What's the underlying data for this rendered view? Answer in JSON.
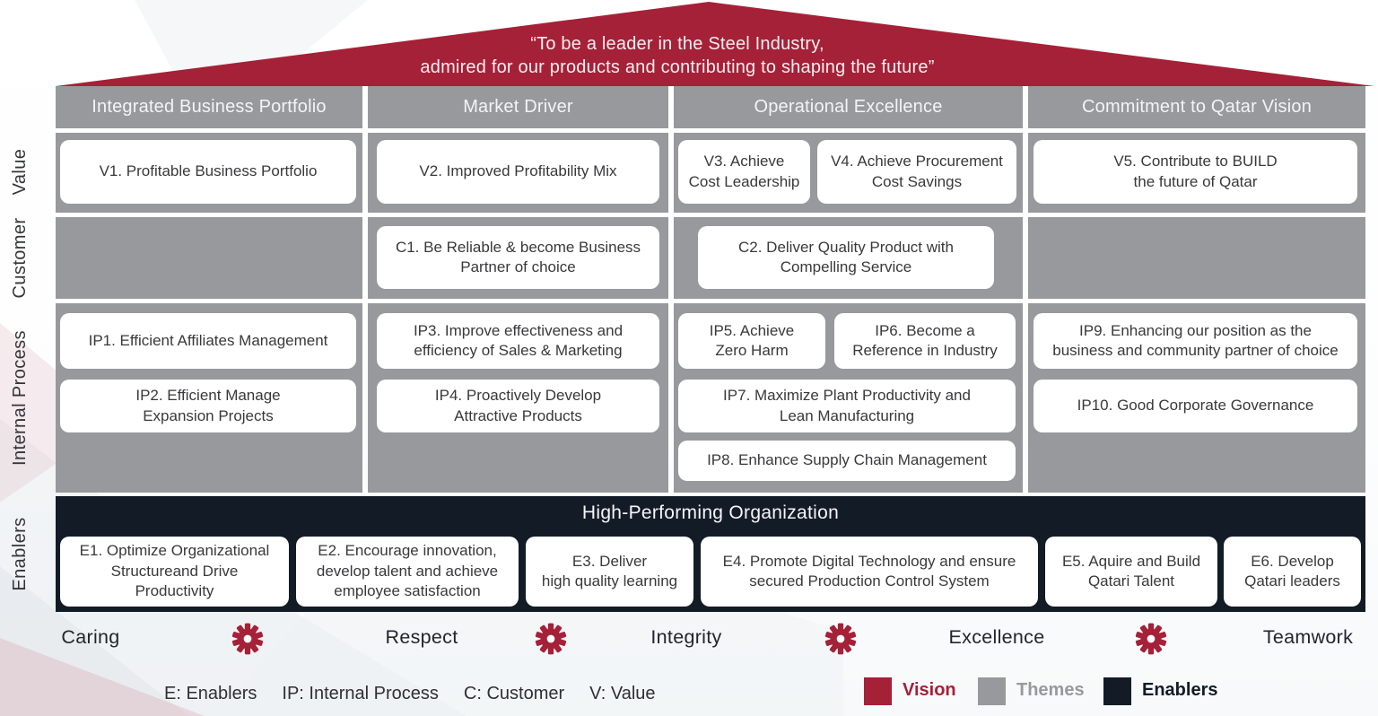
{
  "vision": {
    "line1": "“To be a leader in the Steel Industry,",
    "line2": "admired for our products and contributing to shaping the future”"
  },
  "themes": [
    "Integrated Business Portfolio",
    "Market Driver",
    "Operational Excellence",
    "Commitment to Qatar Vision"
  ],
  "row_labels": {
    "value": "Value",
    "customer": "Customer",
    "internal_process": "Internal Process",
    "enablers": "Enablers"
  },
  "boxes": {
    "v1": "V1. Profitable Business Portfolio",
    "v2": "V2. Improved Profitability Mix",
    "v3": "V3. Achieve\nCost Leadership",
    "v4": "V4. Achieve Procurement\nCost Savings",
    "v5": "V5. Contribute to BUILD\nthe future of Qatar",
    "c1": "C1. Be Reliable & become Business\nPartner of choice",
    "c2": "C2. Deliver Quality Product with\nCompelling Service",
    "ip1": "IP1. Efficient Affiliates Management",
    "ip2": "IP2. Efficient Manage\nExpansion Projects",
    "ip3": "IP3. Improve effectiveness and\nefficiency of Sales & Marketing",
    "ip4": "IP4. Proactively Develop\nAttractive Products",
    "ip5": "IP5. Achieve\nZero Harm",
    "ip6": "IP6. Become a\nReference in Industry",
    "ip7": "IP7. Maximize Plant Productivity and\nLean Manufacturing",
    "ip8": "IP8. Enhance Supply Chain Management",
    "ip9": "IP9. Enhancing our position as the\nbusiness and community partner of choice",
    "ip10": "IP10. Good Corporate Governance"
  },
  "enablers_band": {
    "title": "High-Performing Organization",
    "e1": "E1. Optimize Organizational\nStructureand Drive\nProductivity",
    "e2": "E2. Encourage innovation,\ndevelop talent and achieve\nemployee satisfaction",
    "e3": "E3. Deliver\nhigh quality learning",
    "e4": "E4. Promote Digital Technology and ensure\nsecured Production Control System",
    "e5": "E5. Aquire and Build\nQatari Talent",
    "e6": "E6. Develop\nQatari leaders"
  },
  "values_bar": [
    "Caring",
    "Respect",
    "Integrity",
    "Excellence",
    "Teamwork"
  ],
  "legend_abbrev": [
    "E: Enablers",
    "IP: Internal Process",
    "C: Customer",
    "V: Value"
  ],
  "legend_colors": {
    "vision": {
      "label": "Vision",
      "color": "#A52138"
    },
    "themes": {
      "label": "Themes",
      "color": "#97999C"
    },
    "enablers": {
      "label": "Enablers",
      "color": "#131B27"
    }
  },
  "colors": {
    "vision_red": "#A52138",
    "theme_gray": "#97999C",
    "enablers_navy": "#131B27",
    "box_white": "#FFFFFF"
  }
}
